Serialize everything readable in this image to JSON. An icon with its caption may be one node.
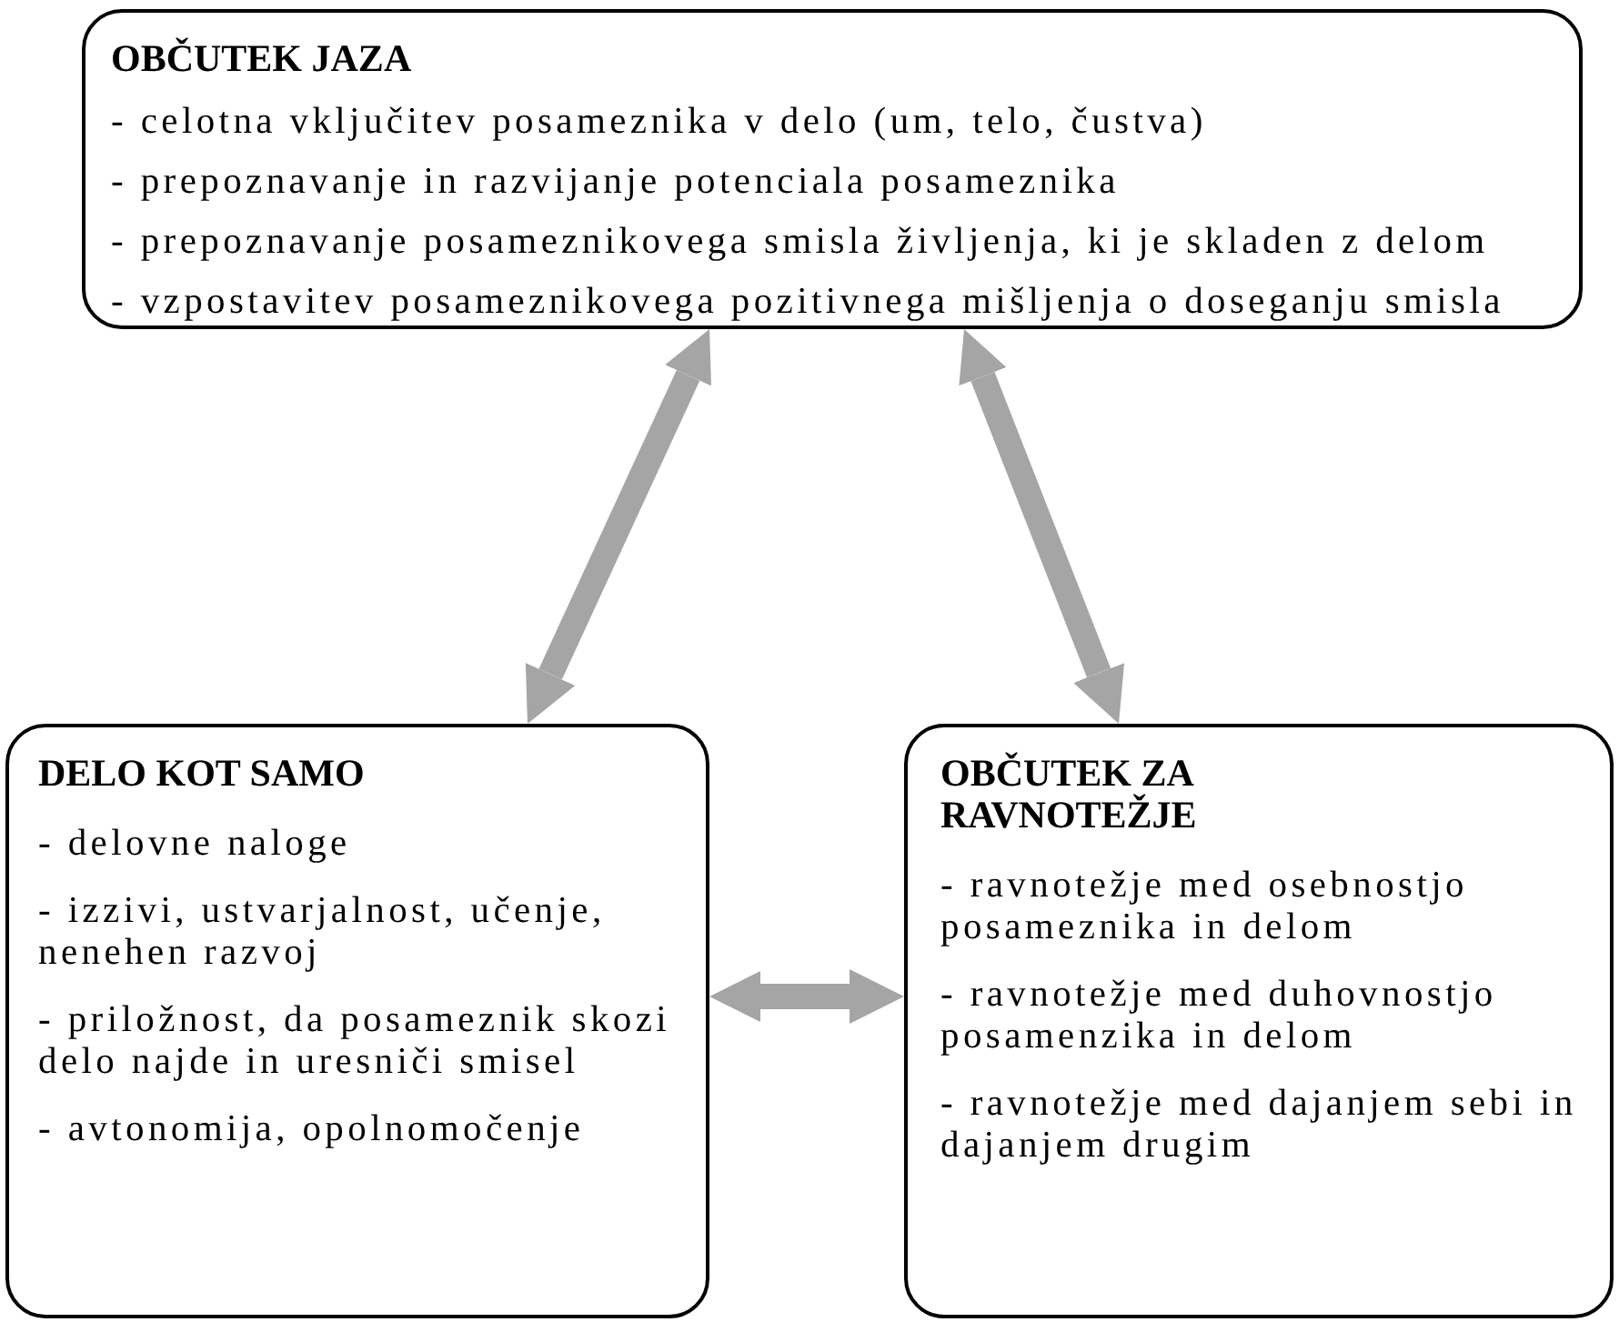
{
  "diagram": {
    "nodes": [
      {
        "text": [
          "OBČUTEK JAZA",
          "- celotna vključitev posameznika v delo (um, telo, čustva)",
          "- prepoznavanje in razvijanje potenciala posameznika",
          "- prepoznavanje posameznikovega smisla življenja, ki je skladen z delom",
          "- vzpostavitev posameznikovega pozitivnega mišljenja o doseganju smisla"
        ]
      },
      {
        "text": [
          "DELO KOT SAMO",
          "- delovne naloge",
          "- izzivi, ustvarjalnost, učenje, nenehen razvoj",
          "- priložnost, da posameznik skozi delo najde in uresniči smisel",
          "- avtonomija,  opolnomočenje"
        ]
      },
      {
        "text": [
          "OBČUTEK ZA RAVNOTEŽJE",
          "- ravnotežje med osebnostjo posameznika in delom",
          "- ravnotežje med duhovnostjo posamenzika in delom",
          "- ravnotežje med dajanjem sebi in dajanjem drugim"
        ]
      }
    ],
    "edges": [
      {
        "from": 0,
        "to": 1,
        "arrow": "both"
      },
      {
        "from": 0,
        "to": 2,
        "arrow": "both"
      },
      {
        "from": 1,
        "to": 2,
        "arrow": "both"
      }
    ]
  }
}
